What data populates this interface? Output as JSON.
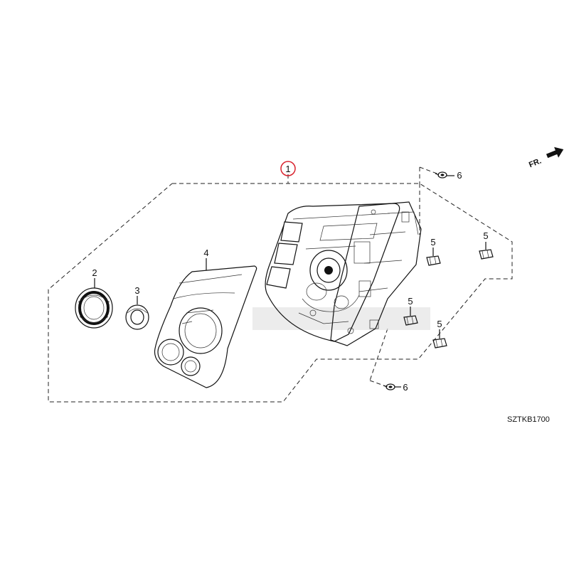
{
  "diagram": {
    "callouts": [
      {
        "id": "1",
        "label": "1"
      },
      {
        "id": "2",
        "label": "2"
      },
      {
        "id": "3",
        "label": "3"
      },
      {
        "id": "4",
        "label": "4"
      },
      {
        "id": "5a",
        "label": "5"
      },
      {
        "id": "5b",
        "label": "5"
      },
      {
        "id": "5c",
        "label": "5"
      },
      {
        "id": "5d",
        "label": "5"
      },
      {
        "id": "6a",
        "label": "6"
      },
      {
        "id": "6b",
        "label": "6"
      }
    ],
    "direction_label": "FR.",
    "diagram_code": "SZTKB1700",
    "highlight_color": "#d9232e"
  }
}
